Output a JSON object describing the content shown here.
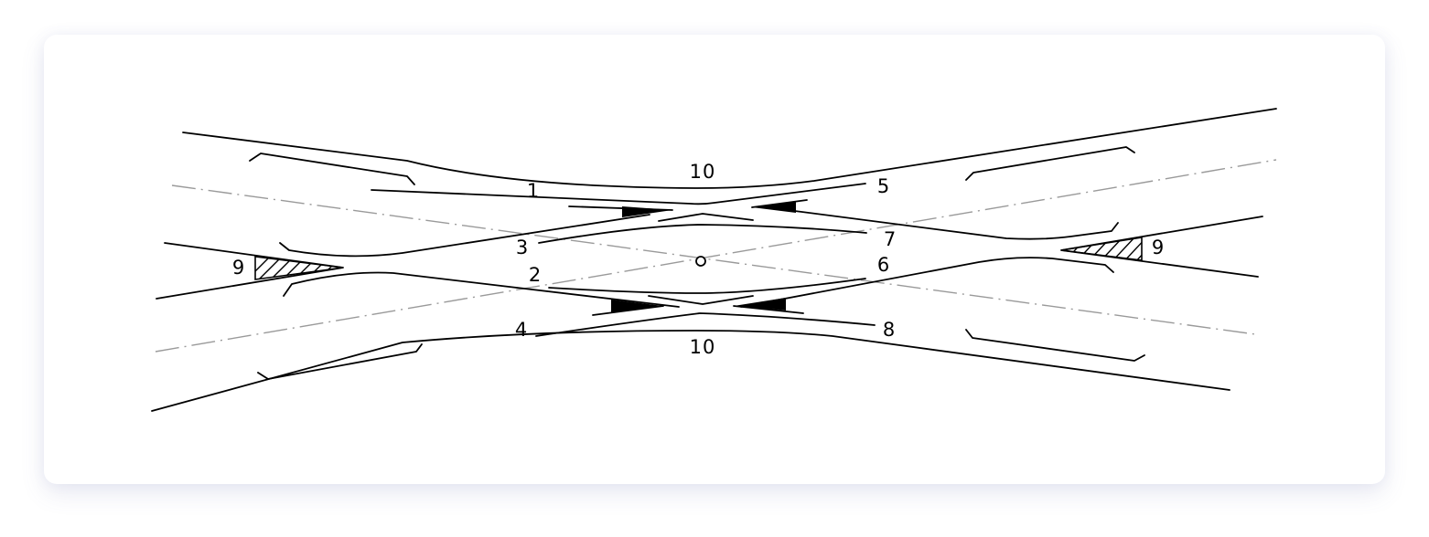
{
  "diagram": {
    "labels": {
      "l1": "1",
      "l2": "2",
      "l3": "3",
      "l4": "4",
      "l5": "5",
      "l6": "6",
      "l7": "7",
      "l8": "8",
      "l9_left": "9",
      "l9_right": "9",
      "l10_top": "10",
      "l10_bottom": "10"
    },
    "colors": {
      "line": "#000000",
      "centerline": "#9a9a9a",
      "background": "#ffffff"
    }
  }
}
